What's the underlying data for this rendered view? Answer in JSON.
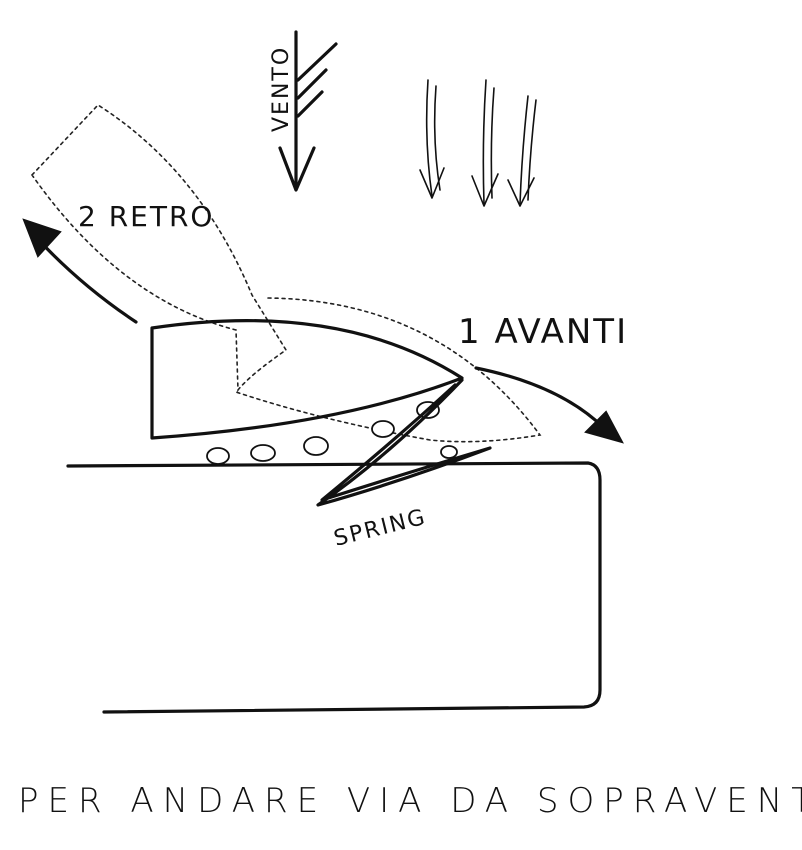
{
  "labels": {
    "wind": "VENTO",
    "step_back": "2 RETRO",
    "step_forward": "1 AVANTI",
    "spring": "SPRING",
    "caption": "PER ANDARE VIA DA SOPRAVENTO"
  }
}
